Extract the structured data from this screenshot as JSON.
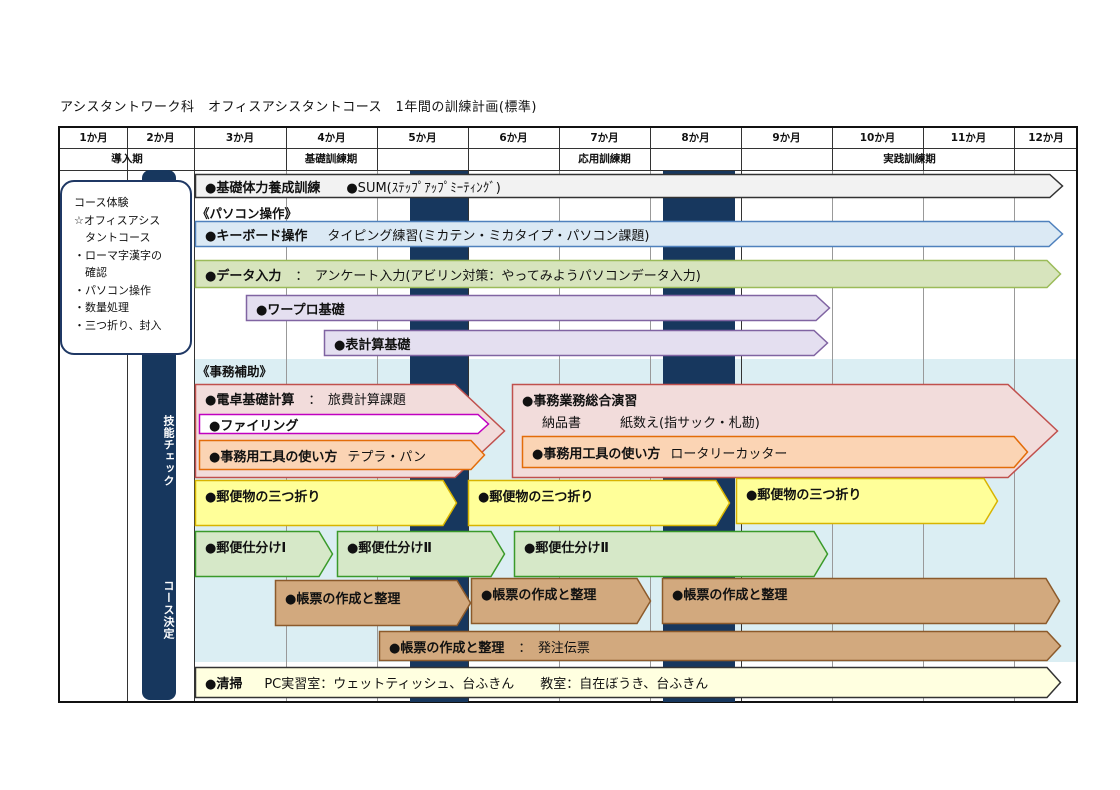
{
  "title": "アシスタントワーク科　オフィスアシスタントコース　1年間の訓練計画(標準)",
  "months": [
    "1か月",
    "2か月",
    "3か月",
    "4か月",
    "5か月",
    "6か月",
    "7か月",
    "8か月",
    "9か月",
    "10か月",
    "11か月",
    "12か月"
  ],
  "phases": [
    "導入期",
    "基礎訓練期",
    "応用訓練期",
    "実践訓練期"
  ],
  "intro": [
    "コース体験",
    "☆オフィスアシス",
    "　タントコース",
    "・ローマ字漢字の",
    "　確認",
    "・パソコン操作",
    "・数量処理",
    "・三つ折り、封入"
  ],
  "checkpoints": {
    "skill": "技能チェック",
    "decision": "コース決定"
  },
  "sections": {
    "pc": "《パソコン操作》",
    "office": "《事務補助》"
  },
  "bars": {
    "fitness": {
      "title": "●基礎体力養成訓練",
      "sub": "●SUM(ｽﾃｯﾌﾟｱｯﾌﾟﾐｰﾃｨﾝｸﾞ)"
    },
    "keyboard": {
      "title": "●キーボード操作",
      "sub": "タイピング練習(ミカテン・ミカタイプ・パソコン課題)"
    },
    "data": {
      "title": "●データ入力",
      "sub": "：　アンケート入力(アビリン対策：やってみようパソコンデータ入力)"
    },
    "wordpro": {
      "title": "●ワープロ基礎"
    },
    "spreadsheet": {
      "title": "●表計算基礎"
    },
    "calc": {
      "title": "●電卓基礎計算",
      "sub": "：　旅費計算課題"
    },
    "filing": {
      "title": "●ファイリング"
    },
    "tools1": {
      "title": "●事務用工具の使い方",
      "sub": "テプラ・パン"
    },
    "general": {
      "title": "●事務業務総合演習",
      "line2": "納品書　　　紙数え(指サック・札勘)"
    },
    "tools2": {
      "title": "●事務用工具の使い方",
      "sub": "ロータリーカッター"
    },
    "fold1": {
      "title": "●郵便物の三つ折り"
    },
    "fold2": {
      "title": "●郵便物の三つ折り"
    },
    "fold3": {
      "title": "●郵便物の三つ折り"
    },
    "sort1": {
      "title": "●郵便仕分けⅠ"
    },
    "sort2": {
      "title": "●郵便仕分けⅡ"
    },
    "sort3": {
      "title": "●郵便仕分けⅡ"
    },
    "ledger1": {
      "title": "●帳票の作成と整理"
    },
    "ledger2": {
      "title": "●帳票の作成と整理"
    },
    "ledger3": {
      "title": "●帳票の作成と整理"
    },
    "ledger4": {
      "title": "●帳票の作成と整理",
      "sub": "：　発注伝票"
    },
    "cleaning": {
      "title": "●清掃",
      "sub": "PC実習室：ウェットティッシュ、台ふきん　　教室：自在ぼうき、台ふきん"
    }
  },
  "colors": {
    "navy": "#17375e",
    "band": "#dbeef3",
    "grey": "#f2f2f2",
    "blue": "#dbe9f4",
    "green": "#d7e4bd",
    "purple": "#e4dff0",
    "pink": "#f2dcdb",
    "pinkStroke": "#c0504d",
    "orange": "#fbd4b4",
    "orangeStroke": "#e36c09",
    "yellow": "#ffff99",
    "yellowStroke": "#d8b400",
    "brown": "#d2a97e",
    "brownStroke": "#8c5a2b",
    "lightGreen": "#d6e8c8",
    "greenStroke": "#3a9a2a",
    "cream": "#ffffe0"
  }
}
